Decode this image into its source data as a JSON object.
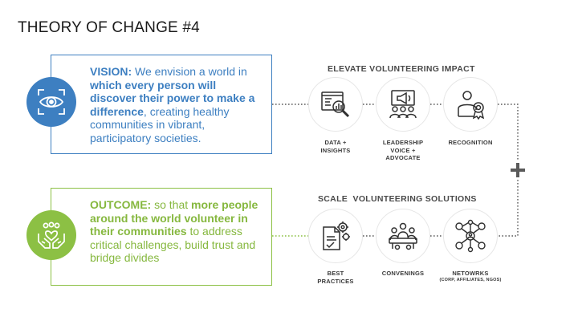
{
  "slide_title": "THEORY OF CHANGE #4",
  "vision": {
    "lead": "VISION:",
    "text_1": " We envision a world in ",
    "bold": "which every person will discover their power to make a difference",
    "text_2": ", creating healthy communities in vibrant, participatory societies.",
    "icon": "eye-target-icon"
  },
  "outcome": {
    "lead": "OUTCOME:",
    "text_1": " so that ",
    "bold": "more people around the world volunteer in their communities",
    "text_2": " to address critical challenges, build trust and bridge divides",
    "icon": "hands-heart-people-icon"
  },
  "elevate": {
    "title": "ELEVATE VOLUNTEERING IMPACT",
    "pillars": [
      {
        "line1": "DATA +",
        "line2": "INSIGHTS",
        "line3": "",
        "icon": "data-magnifier-icon"
      },
      {
        "line1": "LEADERSHIP",
        "line2": "VOICE +",
        "line3": "ADVOCATE",
        "icon": "megaphone-audience-icon"
      },
      {
        "line1": "RECOGNITION",
        "line2": "",
        "line3": "",
        "icon": "person-award-icon"
      }
    ]
  },
  "scale": {
    "title": "SCALE  VOLUNTEERING SOLUTIONS",
    "pillars": [
      {
        "line1": "BEST",
        "line2": "PRACTICES",
        "sub": "",
        "icon": "document-gears-icon"
      },
      {
        "line1": "CONVENINGS",
        "line2": "",
        "sub": "",
        "icon": "meeting-table-icon"
      },
      {
        "line1": "NETOWRKS",
        "line2": "",
        "sub": "(CORP, AFFILIATES, NGOS)",
        "icon": "network-people-icon"
      }
    ]
  },
  "colors": {
    "vision_blue": "#3d7fc1",
    "outcome_green": "#8cc044",
    "connector": "#5a5a5a"
  }
}
